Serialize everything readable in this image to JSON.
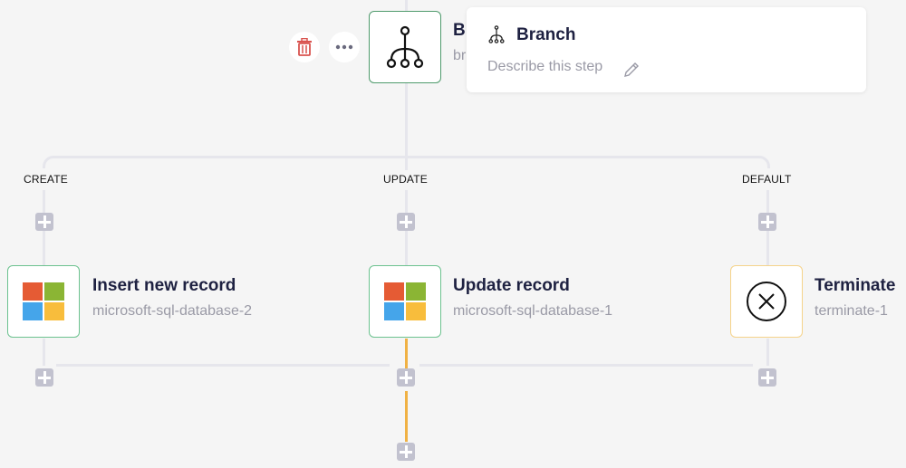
{
  "branch_node": {
    "title_partial": "B",
    "subtitle_partial": "br",
    "icon": "branch-icon",
    "actions": {
      "delete_icon": "trash-icon",
      "more_icon": "ellipsis-icon"
    }
  },
  "popover": {
    "icon": "branch-icon",
    "title": "Branch",
    "description_placeholder": "Describe this step",
    "edit_icon": "pencil-icon"
  },
  "branches": [
    {
      "label": "CREATE",
      "step": {
        "title": "Insert new record",
        "subtitle": "microsoft-sql-database-2",
        "icon": "microsoft-logo-icon"
      }
    },
    {
      "label": "UPDATE",
      "step": {
        "title": "Update record",
        "subtitle": "microsoft-sql-database-1",
        "icon": "microsoft-logo-icon"
      }
    },
    {
      "label": "DEFAULT",
      "step": {
        "title": "Terminate",
        "subtitle": "terminate-1",
        "icon": "terminate-x-icon"
      }
    }
  ],
  "colors": {
    "background": "#f5f5f5",
    "connector": "#e6e6ec",
    "active_connector": "#f0b144",
    "node_border_green": "#6cc28f",
    "node_border_yellow": "#f5d38a",
    "add_button": "#c2c2cf",
    "title_text": "#1e2141",
    "subtitle_text": "#9a9aa6",
    "delete_red": "#d9534f",
    "ms_red": "#e55b34",
    "ms_green": "#8bb534",
    "ms_blue": "#45a5ea",
    "ms_yellow": "#f8bd3c"
  }
}
